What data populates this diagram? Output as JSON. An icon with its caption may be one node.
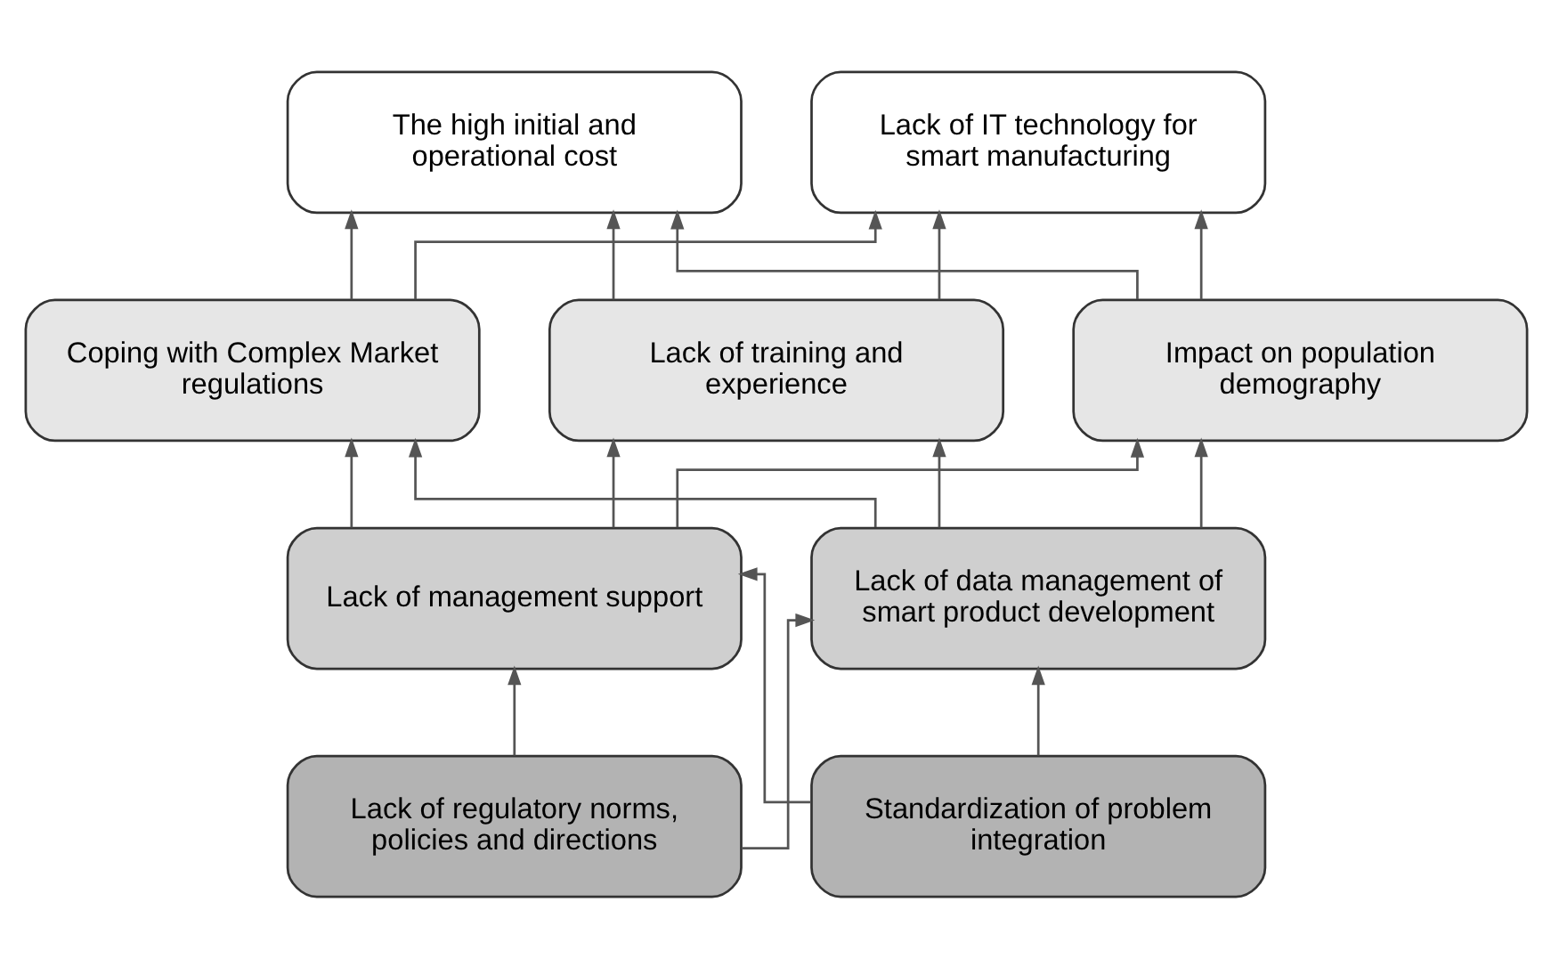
{
  "diagram": {
    "nodes": [
      {
        "text": [
          "The high initial and operational cost"
        ]
      },
      {
        "text": [
          "Lack of IT technology for smart manufacturing"
        ]
      },
      {
        "text": [
          "Coping with Complex Market regulations"
        ]
      },
      {
        "text": [
          "Lack of training and experience"
        ]
      },
      {
        "text": [
          "Impact on population demography"
        ]
      },
      {
        "text": [
          "Lack of management support"
        ]
      },
      {
        "text": [
          "Lack of data management of smart product development"
        ]
      },
      {
        "text": [
          "Lack of regulatory norms, policies and directions"
        ]
      },
      {
        "text": [
          "Standardization of problem integration"
        ]
      }
    ],
    "edges": [
      {
        "from": 2,
        "to": 0,
        "arrow": "to"
      },
      {
        "from": 2,
        "to": 1,
        "arrow": "to"
      },
      {
        "from": 3,
        "to": 0,
        "arrow": "to"
      },
      {
        "from": 3,
        "to": 1,
        "arrow": "to"
      },
      {
        "from": 4,
        "to": 0,
        "arrow": "to"
      },
      {
        "from": 4,
        "to": 1,
        "arrow": "to"
      },
      {
        "from": 5,
        "to": 2,
        "arrow": "to"
      },
      {
        "from": 5,
        "to": 3,
        "arrow": "to"
      },
      {
        "from": 5,
        "to": 4,
        "arrow": "to"
      },
      {
        "from": 6,
        "to": 2,
        "arrow": "to"
      },
      {
        "from": 6,
        "to": 3,
        "arrow": "to"
      },
      {
        "from": 6,
        "to": 4,
        "arrow": "to"
      },
      {
        "from": 7,
        "to": 5,
        "arrow": "to"
      },
      {
        "from": 7,
        "to": 6,
        "arrow": "to"
      },
      {
        "from": 8,
        "to": 5,
        "arrow": "to"
      },
      {
        "from": 8,
        "to": 6,
        "arrow": "to"
      }
    ]
  }
}
